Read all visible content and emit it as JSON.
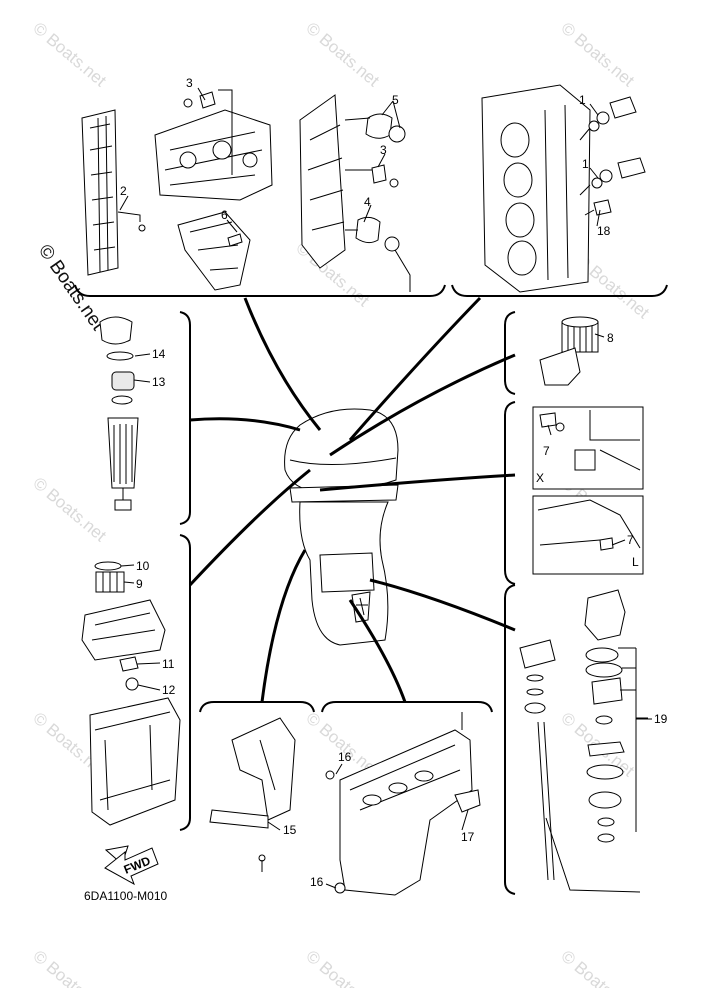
{
  "diagram": {
    "part_numbers": {
      "p1a": "1",
      "p1b": "1",
      "p2": "2",
      "p3a": "3",
      "p3b": "3",
      "p4": "4",
      "p5": "5",
      "p6": "6",
      "p7a": "7",
      "p7b": "7",
      "p8": "8",
      "p9": "9",
      "p10": "10",
      "p11": "11",
      "p12": "12",
      "p13": "13",
      "p14": "14",
      "p15": "15",
      "p16a": "16",
      "p16b": "16",
      "p17": "17",
      "p18": "18",
      "p19": "19"
    },
    "view_labels": {
      "x": "X",
      "l": "L"
    },
    "arrow_label": "FWD",
    "diagram_code": "6DA1100-M010"
  },
  "watermark": {
    "text": "© Boats.net"
  }
}
